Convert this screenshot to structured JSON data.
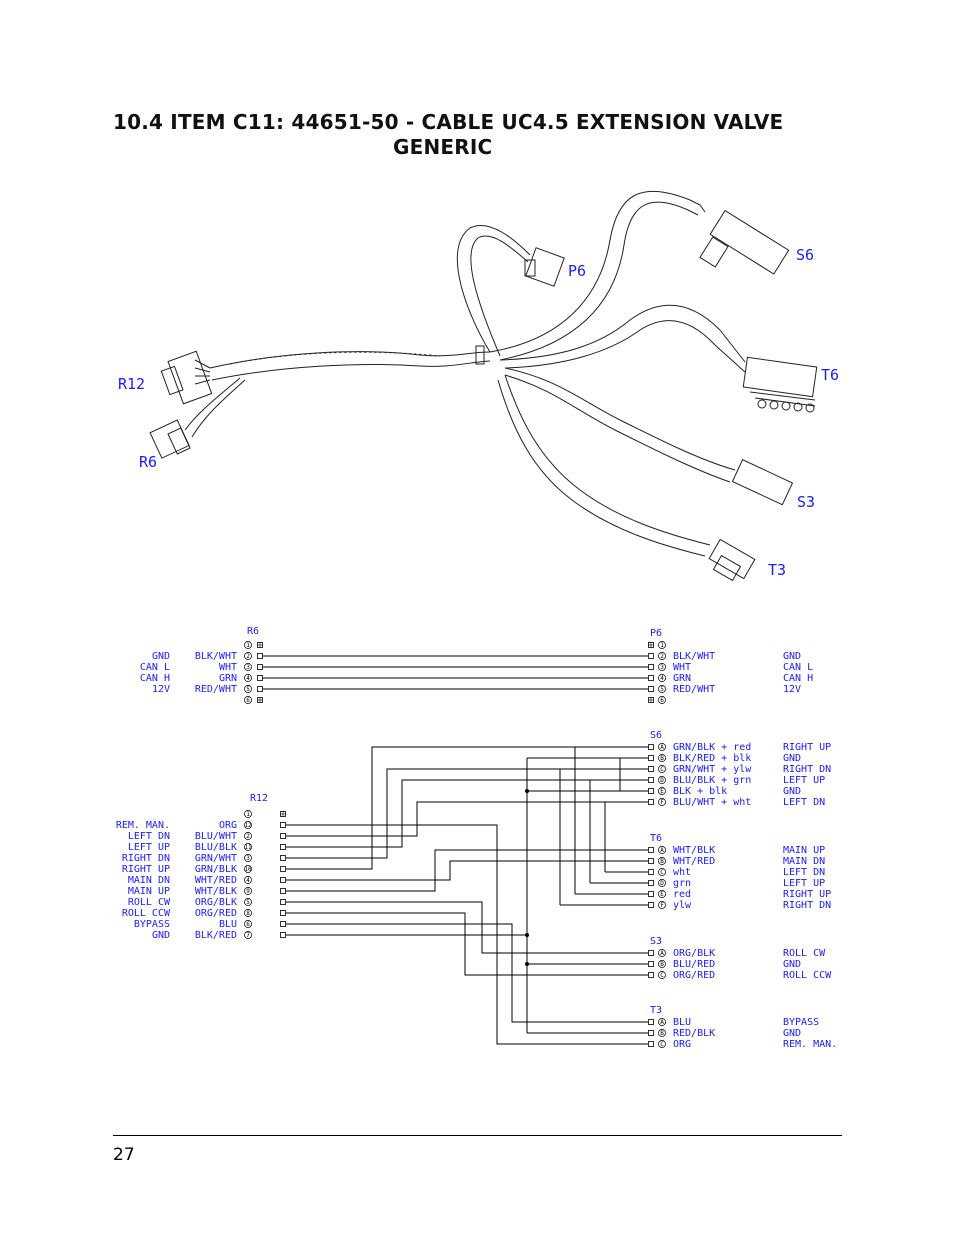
{
  "title": {
    "line1": "10.4  ITEM C11: 44651-50 - CABLE UC4.5 EXTENSION VALVE",
    "line2": "GENERIC"
  },
  "illustration": {
    "labels": {
      "r12": "R12",
      "r6": "R6",
      "p6": "P6",
      "s6": "S6",
      "t6": "T6",
      "s3": "S3",
      "t3": "T3"
    }
  },
  "connector_names": {
    "r6": "R6",
    "p6": "P6",
    "s6": "S6",
    "r12": "R12",
    "t6": "T6",
    "s3": "S3",
    "t3": "T3"
  },
  "r6_rows": [
    {
      "pin": "1",
      "func": "",
      "color": ""
    },
    {
      "pin": "2",
      "func": "GND",
      "color": "BLK/WHT"
    },
    {
      "pin": "3",
      "func": "CAN L",
      "color": "WHT"
    },
    {
      "pin": "4",
      "func": "CAN H",
      "color": "GRN"
    },
    {
      "pin": "5",
      "func": "12V",
      "color": "RED/WHT"
    },
    {
      "pin": "6",
      "func": "",
      "color": ""
    }
  ],
  "p6_rows": [
    {
      "pin": "1",
      "color": "",
      "func": ""
    },
    {
      "pin": "2",
      "color": "BLK/WHT",
      "func": "GND"
    },
    {
      "pin": "3",
      "color": "WHT",
      "func": "CAN L"
    },
    {
      "pin": "4",
      "color": "GRN",
      "func": "CAN H"
    },
    {
      "pin": "5",
      "color": "RED/WHT",
      "func": "12V"
    },
    {
      "pin": "6",
      "color": "",
      "func": ""
    }
  ],
  "r12_rows": [
    {
      "pin": "1",
      "func": "",
      "color": ""
    },
    {
      "pin": "12",
      "func": "REM. MAN.",
      "color": "ORG"
    },
    {
      "pin": "2",
      "func": "LEFT DN",
      "color": "BLU/WHT"
    },
    {
      "pin": "11",
      "func": "LEFT UP",
      "color": "BLU/BLK"
    },
    {
      "pin": "3",
      "func": "RIGHT DN",
      "color": "GRN/WHT"
    },
    {
      "pin": "10",
      "func": "RIGHT UP",
      "color": "GRN/BLK"
    },
    {
      "pin": "4",
      "func": "MAIN DN",
      "color": "WHT/RED"
    },
    {
      "pin": "9",
      "func": "MAIN UP",
      "color": "WHT/BLK"
    },
    {
      "pin": "5",
      "func": "ROLL CW",
      "color": "ORG/BLK"
    },
    {
      "pin": "8",
      "func": "ROLL CCW",
      "color": "ORG/RED"
    },
    {
      "pin": "6",
      "func": "BYPASS",
      "color": "BLU"
    },
    {
      "pin": "7",
      "func": "GND",
      "color": "BLK/RED"
    }
  ],
  "s6_rows": [
    {
      "pin": "A",
      "color": "GRN/BLK + red",
      "func": "RIGHT UP"
    },
    {
      "pin": "B",
      "color": "BLK/RED + blk",
      "func": "GND"
    },
    {
      "pin": "C",
      "color": "GRN/WHT + ylw",
      "func": "RIGHT DN"
    },
    {
      "pin": "D",
      "color": "BLU/BLK + grn",
      "func": "LEFT UP"
    },
    {
      "pin": "E",
      "color": "BLK + blk",
      "func": "GND"
    },
    {
      "pin": "F",
      "color": "BLU/WHT + wht",
      "func": "LEFT DN"
    }
  ],
  "t6_rows": [
    {
      "pin": "A",
      "color": "WHT/BLK",
      "func": "MAIN UP"
    },
    {
      "pin": "B",
      "color": "WHT/RED",
      "func": "MAIN DN"
    },
    {
      "pin": "C",
      "color": "wht",
      "func": "LEFT DN"
    },
    {
      "pin": "D",
      "color": "grn",
      "func": "LEFT UP"
    },
    {
      "pin": "E",
      "color": "red",
      "func": "RIGHT UP"
    },
    {
      "pin": "F",
      "color": "ylw",
      "func": "RIGHT DN"
    }
  ],
  "s3_rows": [
    {
      "pin": "A",
      "color": "ORG/BLK",
      "func": "ROLL CW"
    },
    {
      "pin": "B",
      "color": "BLU/RED",
      "func": "GND"
    },
    {
      "pin": "C",
      "color": "ORG/RED",
      "func": "ROLL CCW"
    }
  ],
  "t3_rows": [
    {
      "pin": "A",
      "color": "BLU",
      "func": "BYPASS"
    },
    {
      "pin": "B",
      "color": "RED/BLK",
      "func": "GND"
    },
    {
      "pin": "C",
      "color": "ORG",
      "func": "REM. MAN."
    }
  ],
  "footer": {
    "page_number": "27"
  },
  "colors": {
    "label_blue": "#1a1aff",
    "line": "#000000"
  }
}
